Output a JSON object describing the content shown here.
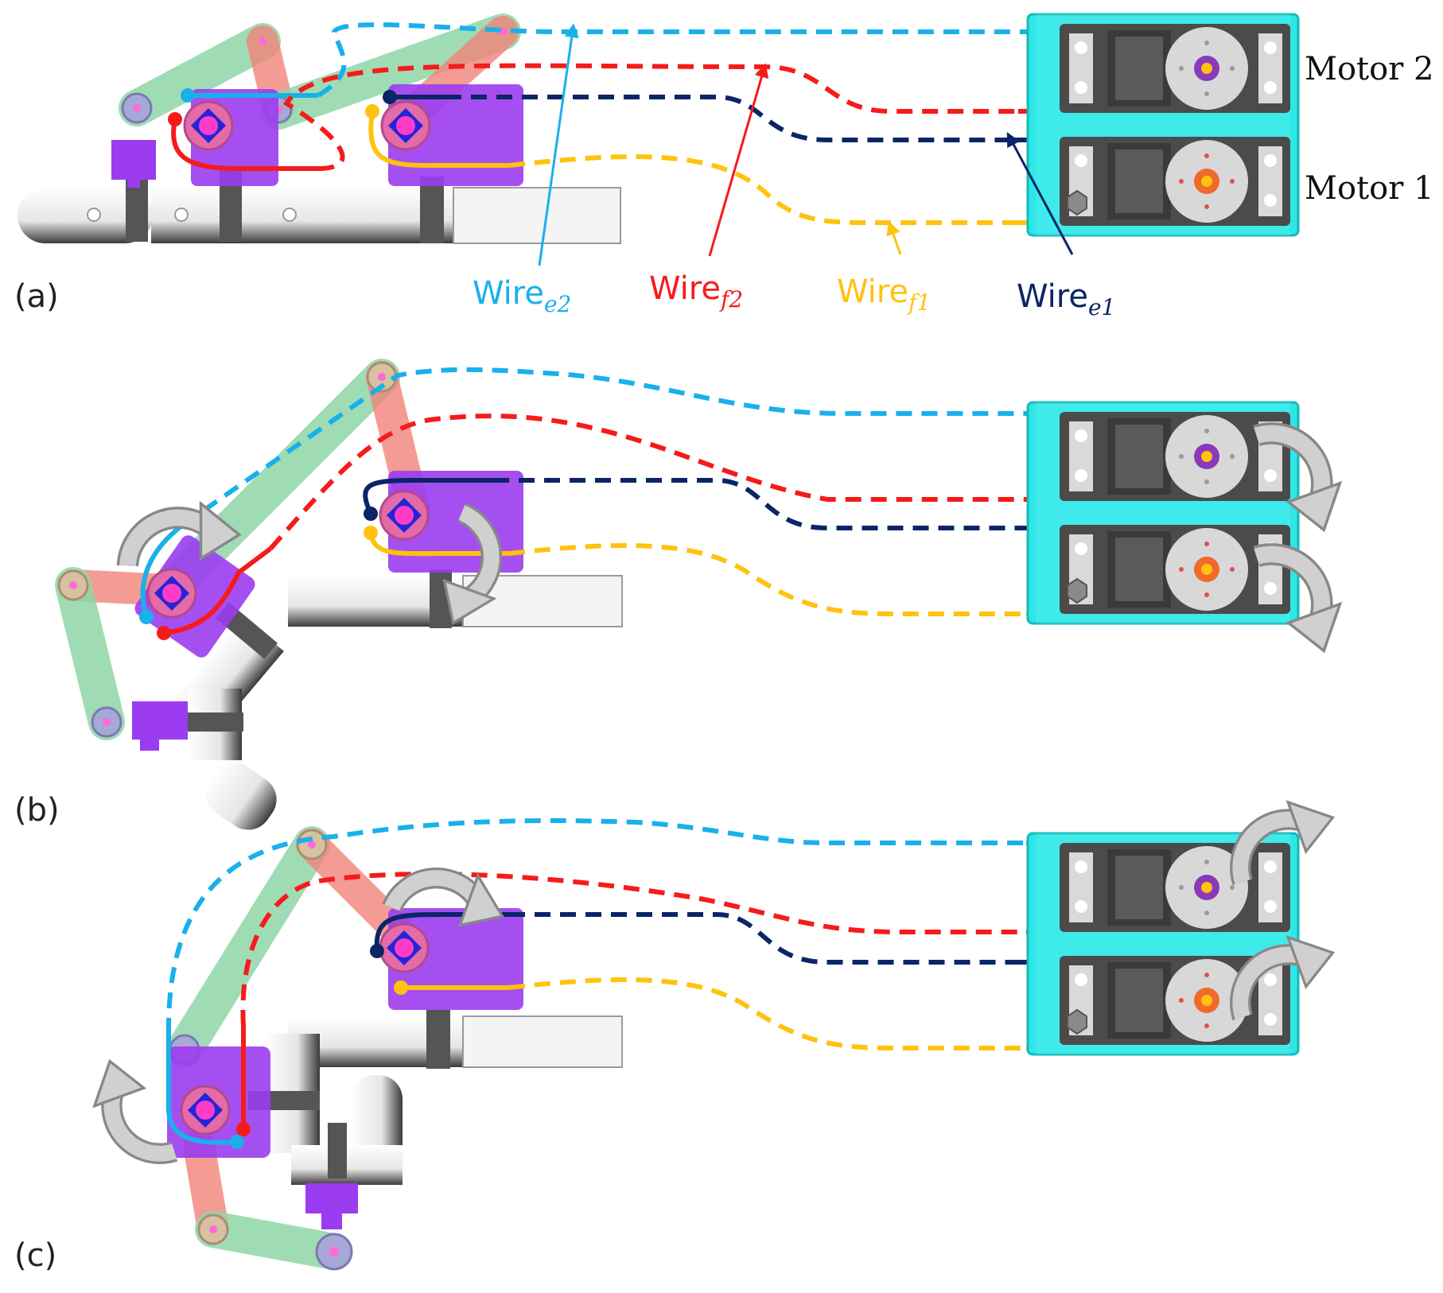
{
  "panels": [
    {
      "label": "(a)"
    },
    {
      "label": "(b)"
    },
    {
      "label": "(c)"
    }
  ],
  "motors": {
    "top_label": "Motor 2",
    "bottom_label": "Motor 1"
  },
  "wires": {
    "e2": {
      "base": "Wire",
      "sub": "e2",
      "color": "#1ab0ea"
    },
    "f2": {
      "base": "Wire",
      "sub": "f2",
      "color": "#f51b1b"
    },
    "f1": {
      "base": "Wire",
      "sub": "f1",
      "color": "#ffc20e"
    },
    "e1": {
      "base": "Wire",
      "sub": "e1",
      "color": "#0b2566"
    }
  },
  "colors": {
    "motor_base": "#2ee6e6",
    "servo_body": "#5a5a5a",
    "horn": "#d8d8d8",
    "joint_housing": "#9b3cf0",
    "link_green": "#8fd6a8",
    "link_red": "#f2847a",
    "rotation_arrow": "#c9c9c9"
  }
}
